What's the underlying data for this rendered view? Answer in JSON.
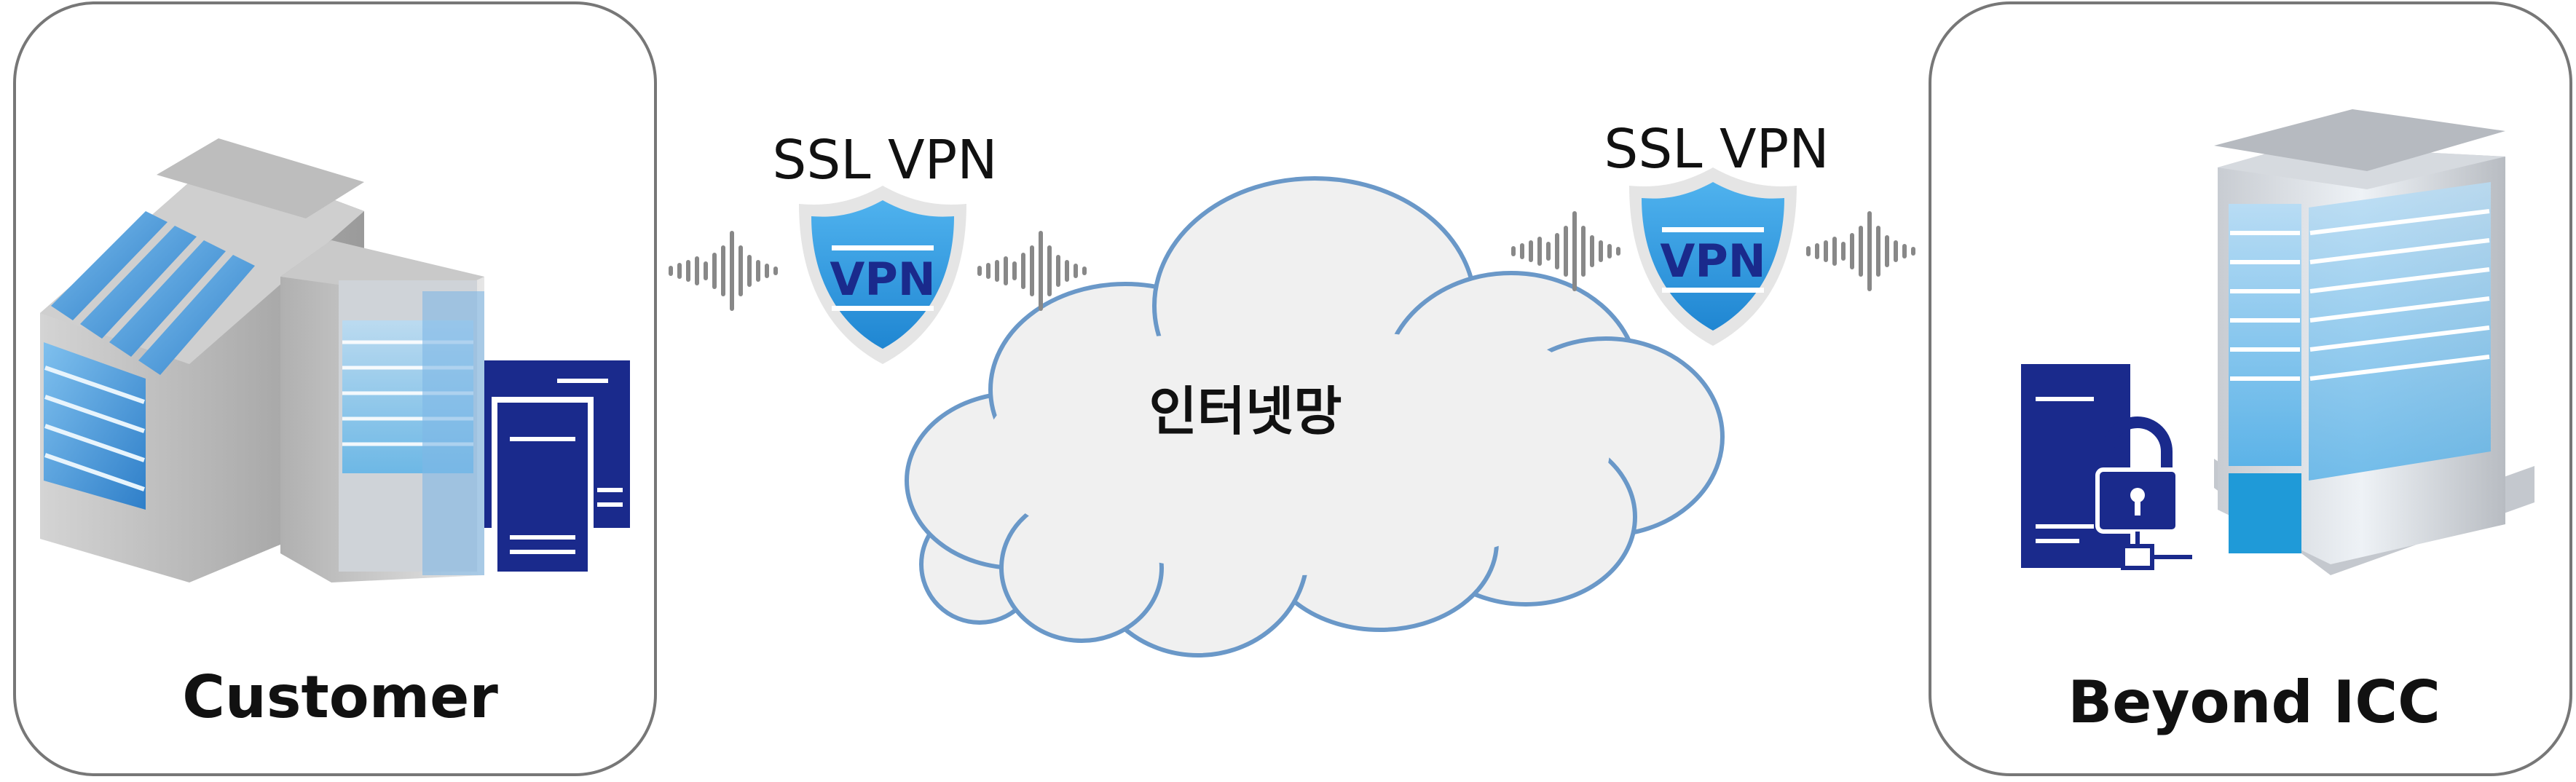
{
  "left_site": {
    "label": "Customer",
    "icons": [
      "office-building-icon",
      "server-rack-icon"
    ]
  },
  "right_site": {
    "label": "Beyond ICC",
    "icons": [
      "datacenter-tower-icon",
      "locked-server-icon"
    ]
  },
  "network": {
    "label": "인터넷망",
    "icon": "cloud-icon"
  },
  "links": [
    {
      "label": "SSL VPN",
      "badge": "VPN",
      "icon": "vpn-shield-icon"
    },
    {
      "label": "SSL VPN",
      "badge": "VPN",
      "icon": "vpn-shield-icon"
    }
  ],
  "colors": {
    "frame": "#777777",
    "navy": "#1a2a8c",
    "shield_blue": "#2f9be0",
    "cloud_fill": "#f0f0f0",
    "cloud_stroke": "#6a98c8",
    "wave": "#888888"
  }
}
